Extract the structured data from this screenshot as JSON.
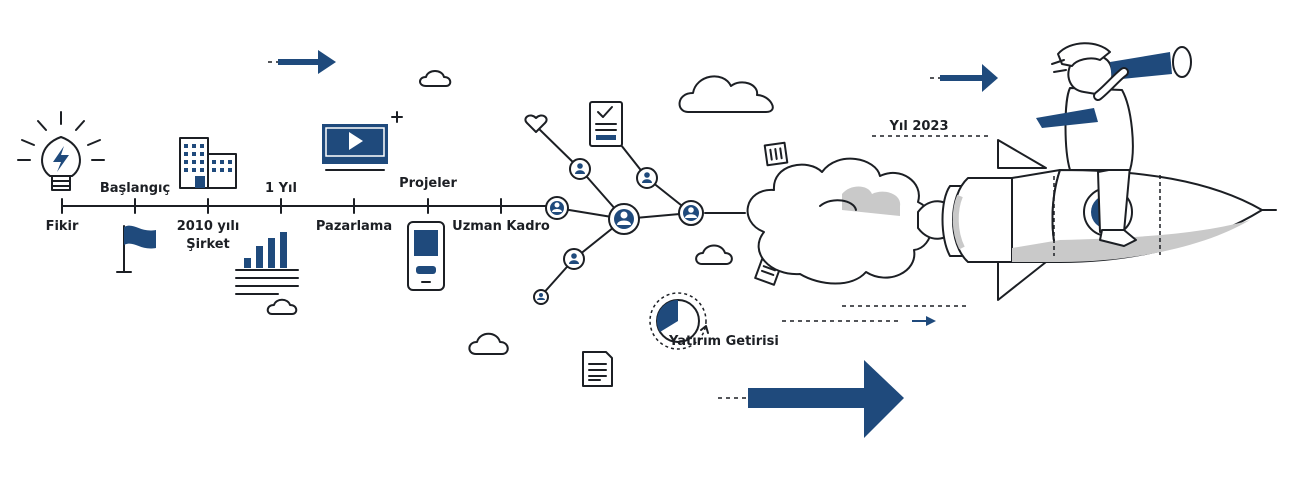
{
  "colors": {
    "ink": "#1c1f24",
    "accent_blue": "#1f4a7c",
    "shade_gray": "#c9c9c9",
    "background": "#ffffff"
  },
  "timeline": {
    "labels": {
      "fikir": "Fikir",
      "baslangic": "Başlangıç",
      "sirket_line1": "2010 yılı",
      "sirket_line2": "Şirket",
      "bir_yil": "1 Yıl",
      "pazarlama": "Pazarlama",
      "projeler": "Projeler",
      "uzman_kadro": "Uzman Kadro"
    }
  },
  "rocket_section": {
    "year_label": "Yıl 2023",
    "return_label": "Yatırım Getirisi"
  },
  "icons": [
    "lightbulb-icon",
    "flag-icon",
    "building-icon",
    "bar-chart-icon",
    "video-player-icon",
    "smartphone-icon",
    "network-icon",
    "heart-icon",
    "checklist-icon",
    "cloud-icon",
    "document-icon",
    "pie-clock-icon",
    "rocket-icon",
    "businessman-with-telescope-icon",
    "arrow-icon"
  ]
}
